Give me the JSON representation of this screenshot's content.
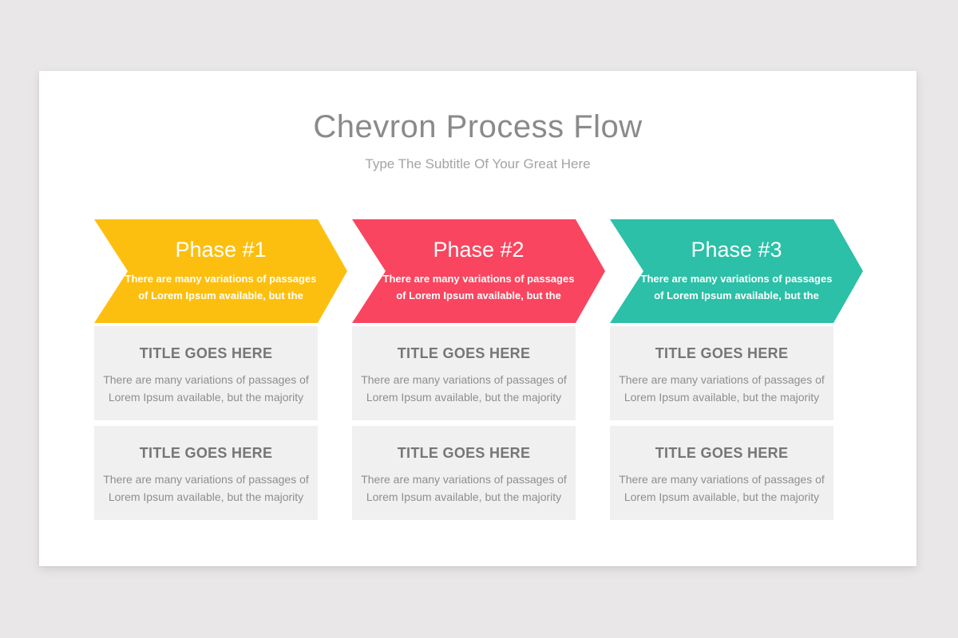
{
  "header": {
    "title": "Chevron Process Flow",
    "subtitle": "Type The Subtitle Of Your Great Here"
  },
  "colors": {
    "page_background": "#e9e7e8",
    "card_background": "#ffffff",
    "box_background": "#f1f0f0",
    "phase1": "#fdbf0f",
    "phase2": "#f9455f",
    "phase3": "#2bc0a7"
  },
  "columns": [
    {
      "phase": {
        "label": "Phase #1",
        "color": "#fdbf0f",
        "desc_lines": [
          "There are many variations of passages",
          "of Lorem Ipsum available, but the"
        ]
      },
      "boxes": [
        {
          "title": "TITLE GOES HERE",
          "desc_lines": [
            "There are many variations of passages of",
            "Lorem Ipsum available, but the majority"
          ]
        },
        {
          "title": "TITLE GOES HERE",
          "desc_lines": [
            "There are many variations of passages of",
            "Lorem Ipsum available, but the majority"
          ]
        }
      ]
    },
    {
      "phase": {
        "label": "Phase #2",
        "color": "#f9455f",
        "desc_lines": [
          "There are many variations of passages",
          "of Lorem Ipsum available, but the"
        ]
      },
      "boxes": [
        {
          "title": "TITLE GOES HERE",
          "desc_lines": [
            "There are many variations of passages of",
            "Lorem Ipsum available, but the majority"
          ]
        },
        {
          "title": "TITLE GOES HERE",
          "desc_lines": [
            "There are many variations of passages of",
            "Lorem Ipsum available, but the majority"
          ]
        }
      ]
    },
    {
      "phase": {
        "label": "Phase #3",
        "color": "#2bc0a7",
        "desc_lines": [
          "There are many variations of passages",
          "of Lorem Ipsum available, but the"
        ]
      },
      "boxes": [
        {
          "title": "TITLE GOES HERE",
          "desc_lines": [
            "There are many variations of passages of",
            "Lorem Ipsum available, but the majority"
          ]
        },
        {
          "title": "TITLE GOES HERE",
          "desc_lines": [
            "There are many variations of passages of",
            "Lorem Ipsum available, but the majority"
          ]
        }
      ]
    }
  ]
}
